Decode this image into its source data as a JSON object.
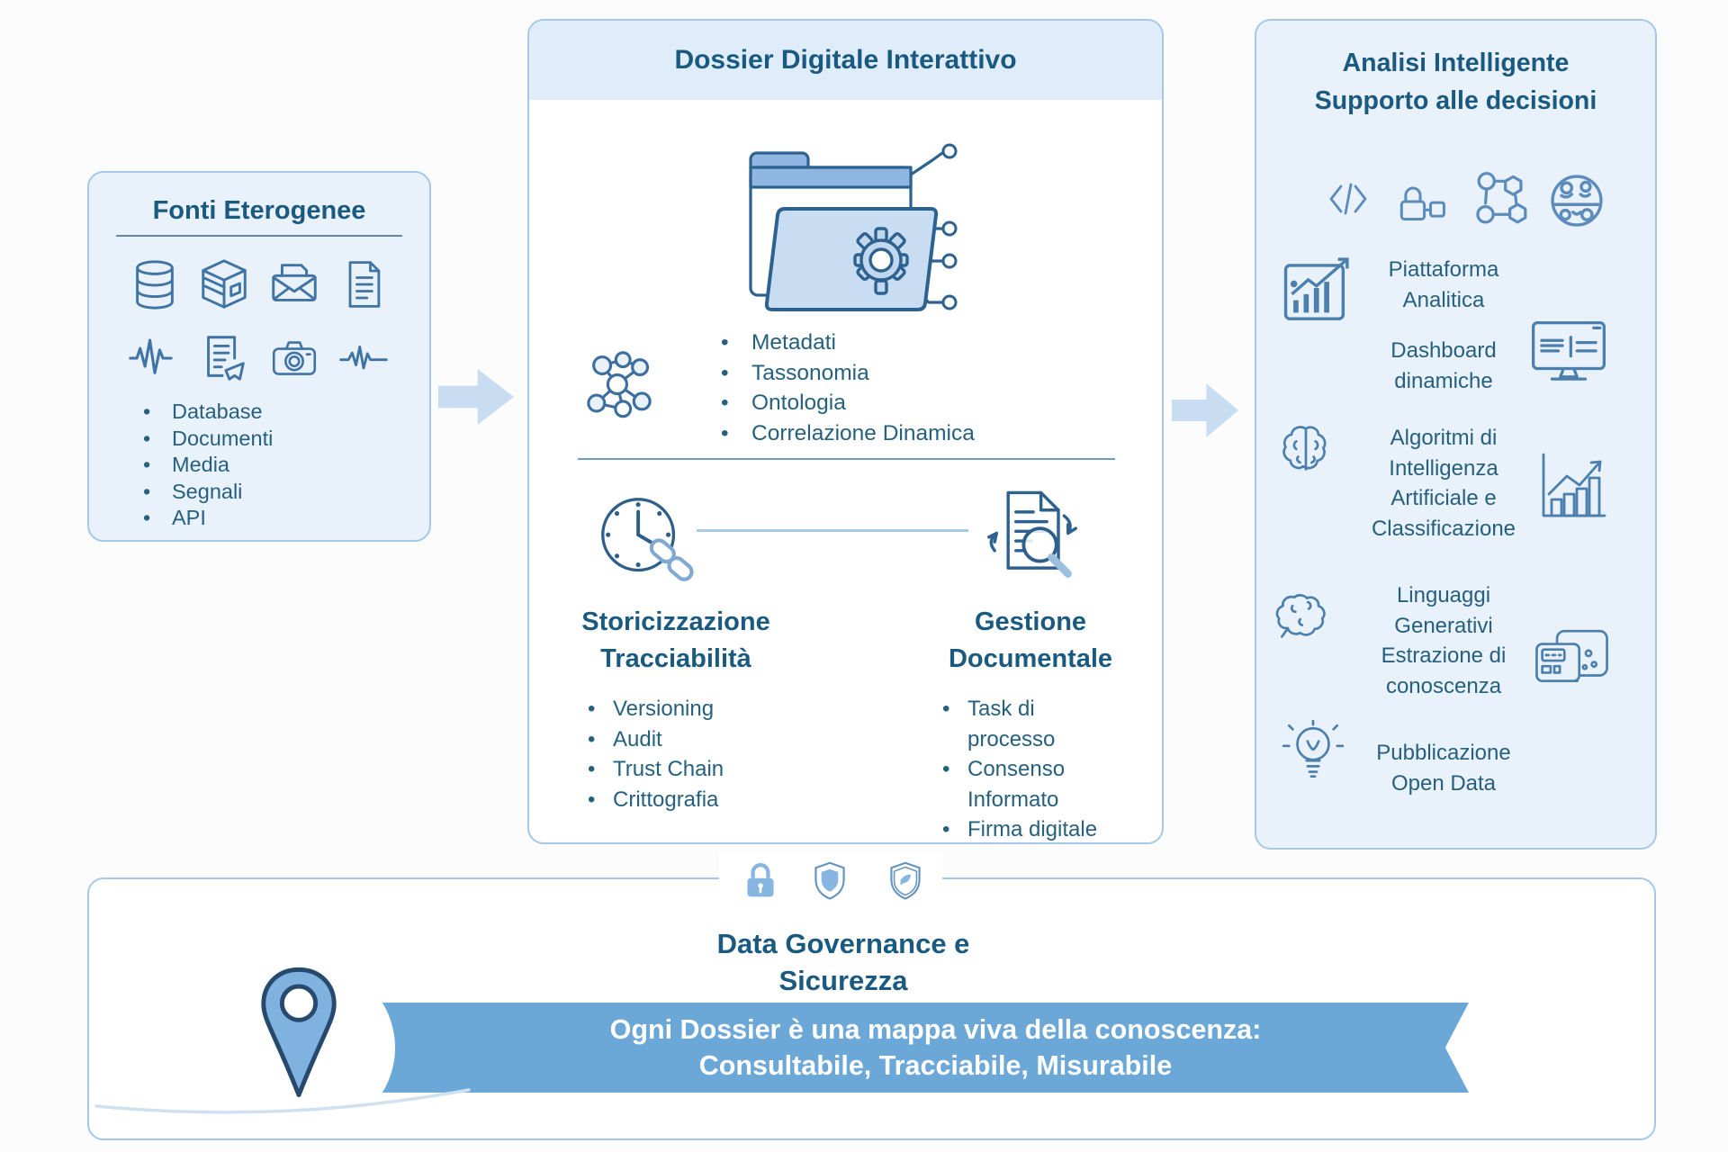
{
  "colors": {
    "panel_bg": "#e9f1fa",
    "panel_border": "#a6c8e8",
    "header_band": "#dfecf9",
    "heading_text": "#1b5a80",
    "body_text": "#25607f",
    "ribbon": "#6ba7d7",
    "ribbon_text": "#ffffff",
    "arrow": "#c8ddf2",
    "icon_stroke": "#3f74a4",
    "icon_fill": "#87b5e1"
  },
  "left_panel": {
    "title": "Fonti Eterogenee",
    "icons": [
      "database-icon",
      "package-icon",
      "mail-icon",
      "document-icon",
      "waveform-icon",
      "document-export-icon",
      "camera-icon",
      "signal-icon"
    ],
    "items": [
      "Database",
      "Documenti",
      "Media",
      "Segnali",
      "API"
    ]
  },
  "center_panel": {
    "title": "Dossier Digitale Interattivo",
    "icons": [
      "folder-gear-illustration",
      "network-graph-icon",
      "clock-chain-icon",
      "document-search-icon"
    ],
    "features": [
      "Metadati",
      "Tassonomia",
      "Ontologia",
      "Correlazione Dinamica"
    ],
    "storicizzazione": {
      "title": [
        "Storicizzazione",
        "Tracciabilità"
      ],
      "items": [
        "Versioning",
        "Audit",
        "Trust Chain",
        "Crittografia"
      ]
    },
    "gestione": {
      "title": [
        "Gestione",
        "Documentale"
      ],
      "items": [
        "Task di processo",
        "Consenso Informato",
        "Firma digitale"
      ]
    }
  },
  "right_panel": {
    "title": [
      "Analisi Intelligente",
      "Supporto alle decisioni"
    ],
    "top_icons": [
      "code-icon",
      "lock-link-icon",
      "nodes-icon",
      "globe-network-icon"
    ],
    "rows": [
      {
        "icon": "analytics-chart-icon",
        "lines": [
          "Piattaforma",
          "Analitica"
        ]
      },
      {
        "icon": "monitor-icon",
        "lines": [
          "Dashboard",
          "dinamiche"
        ]
      },
      {
        "icon": "brain-circuit-icon",
        "icon2": "growth-chart-icon",
        "lines": [
          "Algoritmi di",
          "Intelligenza",
          "Artificiale e",
          "Classificazione"
        ]
      },
      {
        "icon": "brain-icon",
        "icon2": "chip-icon",
        "lines": [
          "Linguaggi",
          "Generativi",
          "Estrazione di",
          "conoscenza"
        ]
      },
      {
        "icon": "lightbulb-icon",
        "lines": [
          "Pubblicazione",
          "Open Data"
        ]
      }
    ]
  },
  "bottom_panel": {
    "icons": [
      "lock-icon",
      "shield-icon",
      "shield-check-icon",
      "location-pin-icon"
    ],
    "title": [
      "Data Governance e",
      "Sicurezza"
    ],
    "banner": [
      "Ogni Dossier è una mappa viva della conoscenza:",
      "Consultabile, Tracciabile, Misurabile"
    ]
  }
}
